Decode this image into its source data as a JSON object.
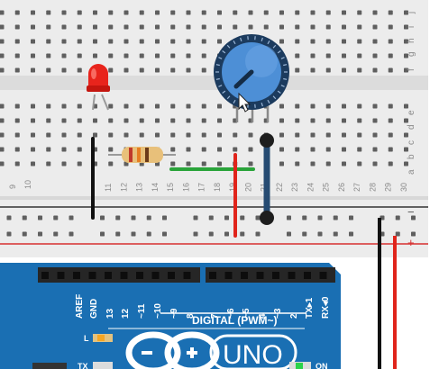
{
  "breadboard": {
    "column_numbers": [
      "11",
      "12",
      "13",
      "14",
      "15",
      "16",
      "17",
      "18",
      "19",
      "20",
      "21",
      "22",
      "23",
      "24",
      "25",
      "26",
      "27",
      "28",
      "29",
      "30"
    ],
    "column_number_fragments": [
      "9",
      "10"
    ],
    "row_labels_top": [
      "j",
      "i",
      "h",
      "g",
      "f"
    ],
    "row_labels_bottom": [
      "e",
      "d",
      "c",
      "b",
      "a"
    ],
    "rail_minus": "−",
    "rail_plus": "+"
  },
  "components": {
    "led": {
      "color": "#e8241c"
    },
    "resistor": {
      "body_color": "#e8c07a",
      "bands": [
        "#c0392b",
        "#e67e22",
        "#6b3b1a"
      ]
    },
    "potentiometer": {
      "knob_color": "#4d8fd6",
      "ring_color": "#1c3b5e"
    }
  },
  "wires": {
    "colors": {
      "black": "#111111",
      "red": "#e0241b",
      "green": "#2aa43a",
      "blue": "#264b72"
    }
  },
  "arduino": {
    "board_color": "#1a6fb3",
    "board_name": "UNO",
    "digital_label": "DIGITAL (PWM~)",
    "pin_labels": [
      "AREF",
      "GND",
      "13",
      "12",
      "~11",
      "~10",
      "~9",
      "8",
      "7",
      "~6",
      "~5",
      "4",
      "~3",
      "2",
      "TX▸1",
      "RX◂0"
    ],
    "led_l": "L",
    "led_tx": "TX",
    "on_label": "ON"
  }
}
